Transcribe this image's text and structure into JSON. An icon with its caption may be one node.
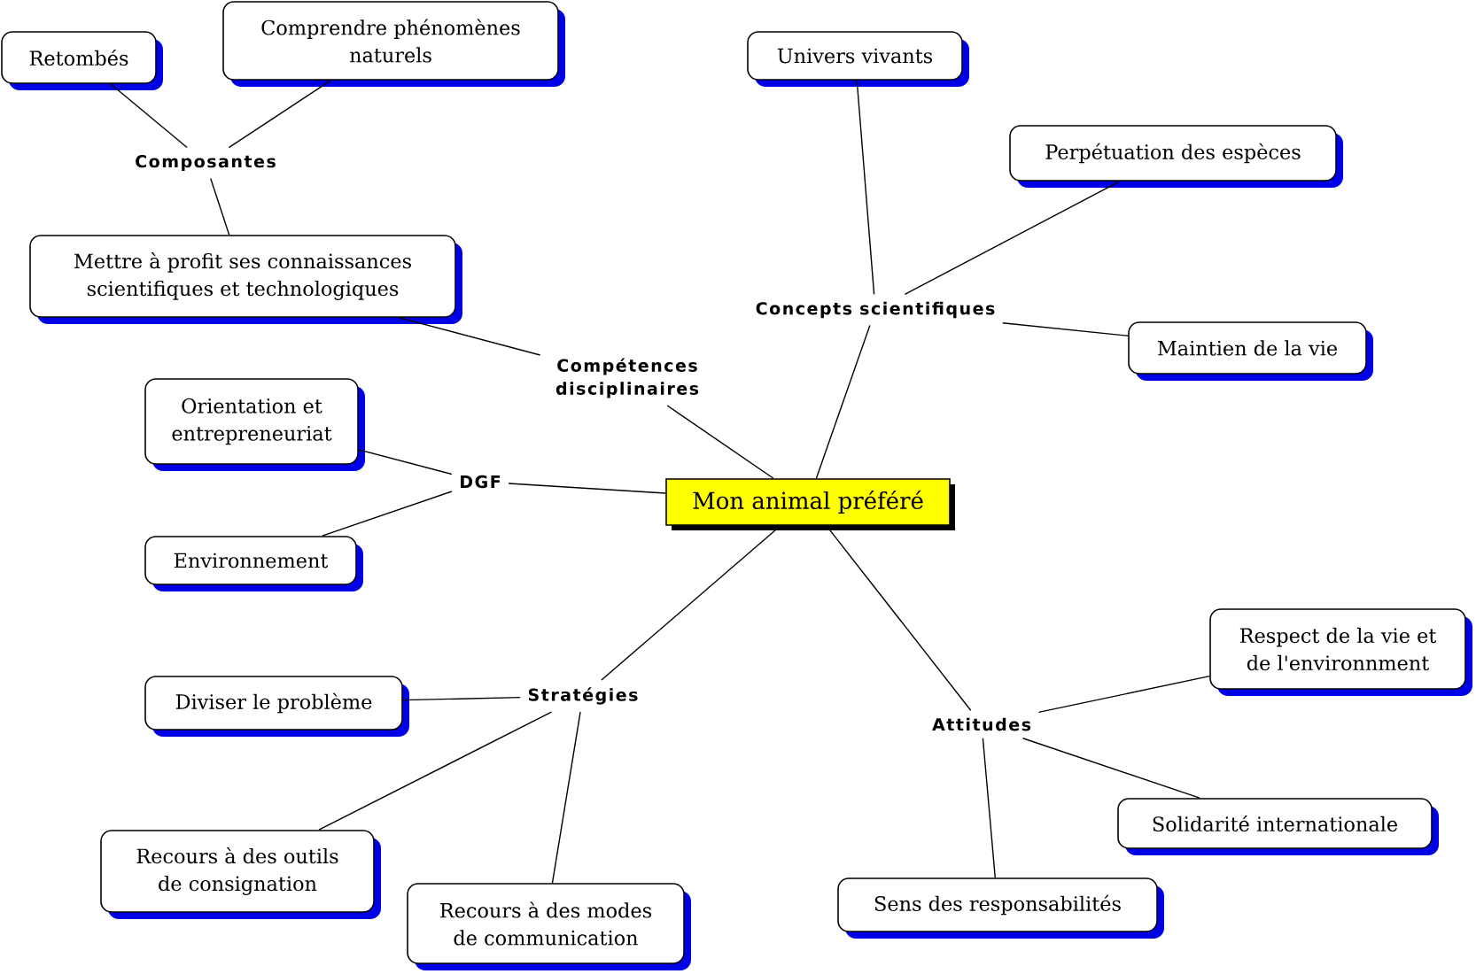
{
  "diagram": {
    "nodes": [
      {
        "text": [
          "Retombés"
        ]
      },
      {
        "text": [
          "Comprendre phénomènes naturels"
        ]
      },
      {
        "text": [
          "Univers vivants"
        ]
      },
      {
        "text": [
          "Perpétuation des espèces"
        ]
      },
      {
        "text": [
          "Composantes"
        ]
      },
      {
        "text": [
          "Mettre à profit ses connaissances scientifiques et technologiques"
        ]
      },
      {
        "text": [
          "Concepts scientifiques"
        ]
      },
      {
        "text": [
          "Maintien de la vie"
        ]
      },
      {
        "text": [
          "Compétences disciplinaires"
        ]
      },
      {
        "text": [
          "Orientation et entrepreneuriat"
        ]
      },
      {
        "text": [
          "DGF"
        ]
      },
      {
        "text": [
          "Mon animal préféré"
        ]
      },
      {
        "text": [
          "Environnement"
        ]
      },
      {
        "text": [
          "Respect de la vie et de l'environnment"
        ]
      },
      {
        "text": [
          "Diviser le problème"
        ]
      },
      {
        "text": [
          "Stratégies"
        ]
      },
      {
        "text": [
          "Attitudes"
        ]
      },
      {
        "text": [
          "Solidarité internationale"
        ]
      },
      {
        "text": [
          "Recours à des outils de consignation"
        ]
      },
      {
        "text": [
          "Sens des responsabilités"
        ]
      },
      {
        "text": [
          "Recours à des modes de communication"
        ]
      }
    ],
    "edges": [
      {
        "from": 11,
        "to": 8,
        "arrow": "none"
      },
      {
        "from": 11,
        "to": 6,
        "arrow": "none"
      },
      {
        "from": 11,
        "to": 10,
        "arrow": "none"
      },
      {
        "from": 11,
        "to": 15,
        "arrow": "none"
      },
      {
        "from": 11,
        "to": 16,
        "arrow": "none"
      },
      {
        "from": 8,
        "to": 5,
        "arrow": "none"
      },
      {
        "from": 5,
        "to": 4,
        "arrow": "none"
      },
      {
        "from": 4,
        "to": 0,
        "arrow": "none"
      },
      {
        "from": 4,
        "to": 1,
        "arrow": "none"
      },
      {
        "from": 6,
        "to": 2,
        "arrow": "none"
      },
      {
        "from": 6,
        "to": 3,
        "arrow": "none"
      },
      {
        "from": 6,
        "to": 7,
        "arrow": "none"
      },
      {
        "from": 10,
        "to": 9,
        "arrow": "none"
      },
      {
        "from": 10,
        "to": 12,
        "arrow": "none"
      },
      {
        "from": 15,
        "to": 14,
        "arrow": "none"
      },
      {
        "from": 15,
        "to": 18,
        "arrow": "none"
      },
      {
        "from": 15,
        "to": 20,
        "arrow": "none"
      },
      {
        "from": 16,
        "to": 13,
        "arrow": "none"
      },
      {
        "from": 16,
        "to": 17,
        "arrow": "none"
      },
      {
        "from": 16,
        "to": 19,
        "arrow": "none"
      }
    ]
  }
}
